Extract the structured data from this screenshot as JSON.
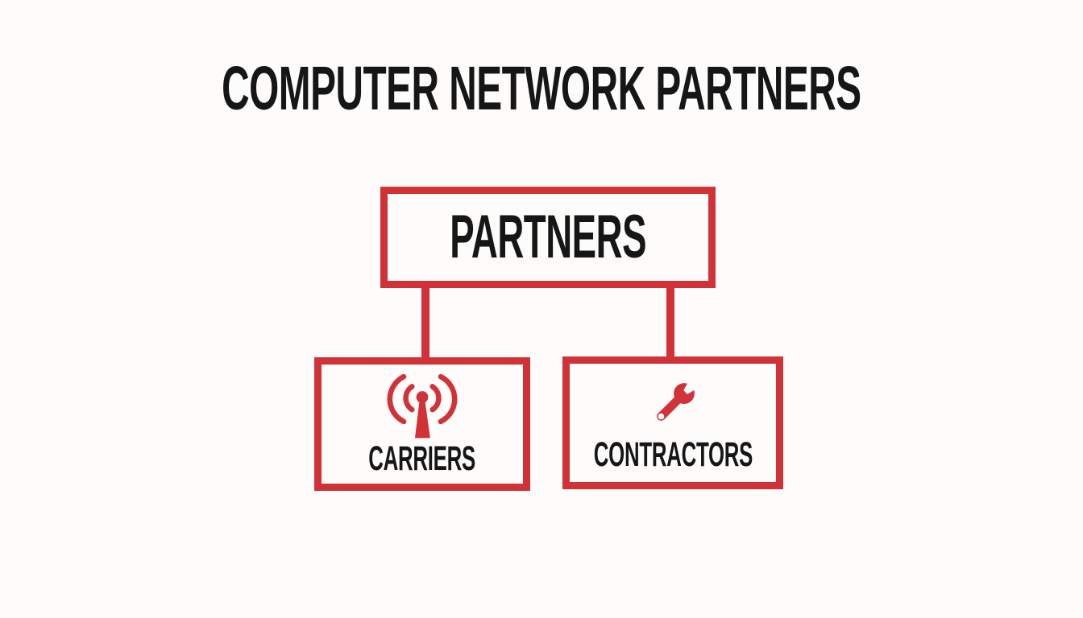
{
  "title": "COMPUTER NETWORK PARTNERS",
  "colors": {
    "accent_red": "#d03238",
    "text": "#161616",
    "background": "#fdfcfb",
    "box_fill": "#fdfcfb"
  },
  "diagram": {
    "type": "org-chart",
    "root": {
      "label": "PARTNERS"
    },
    "children": [
      {
        "label": "CARRIERS",
        "icon": "broadcast-antenna-icon"
      },
      {
        "label": "CONTRACTORS",
        "icon": "wrench-icon"
      }
    ]
  }
}
